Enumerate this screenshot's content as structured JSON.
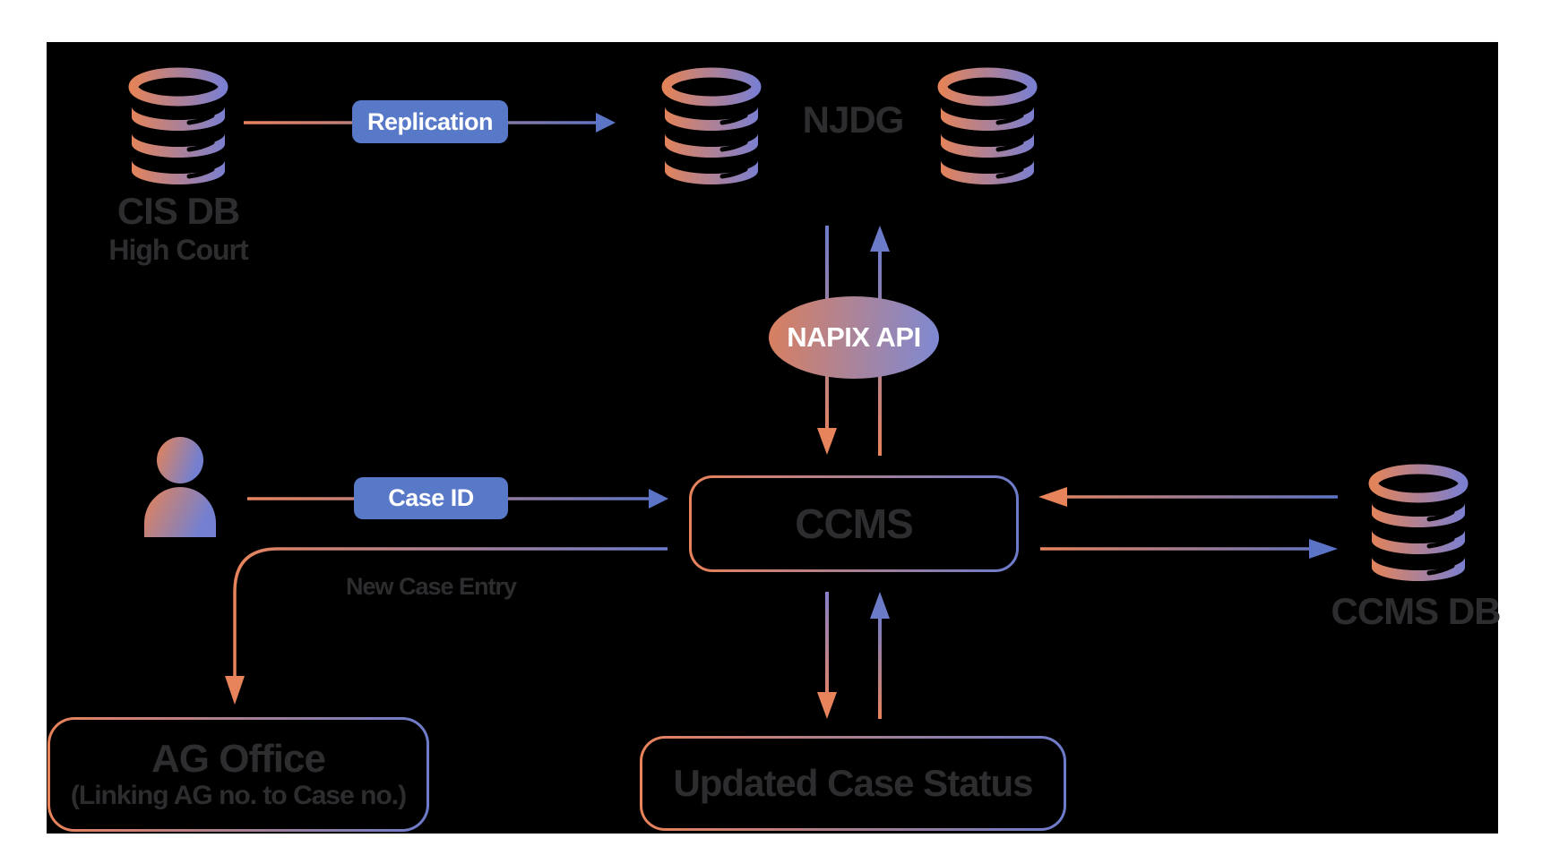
{
  "diagram": {
    "nodes": {
      "cis_db": {
        "label": "CIS DB",
        "sublabel": "High Court"
      },
      "njdg": {
        "label": "NJDG"
      },
      "napix_api": {
        "label": "NAPIX API"
      },
      "ccms": {
        "label": "CCMS"
      },
      "ccms_db": {
        "label": "CCMS DB"
      },
      "ag_office": {
        "label": "AG Office",
        "sublabel": "(Linking AG no. to Case no.)"
      },
      "updated_case_status": {
        "label": "Updated Case Status"
      }
    },
    "edge_labels": {
      "replication": "Replication",
      "case_id": "Case ID",
      "new_case_entry": "New Case Entry"
    },
    "colors": {
      "orange": "#E8845C",
      "blue": "#5C74C6",
      "periwinkle": "#6C7CCB",
      "edge_button_bg": "#5878C8",
      "dark_text": "#2D2D30",
      "canvas_bg": "#000000",
      "page_bg": "#FFFFFF"
    }
  }
}
